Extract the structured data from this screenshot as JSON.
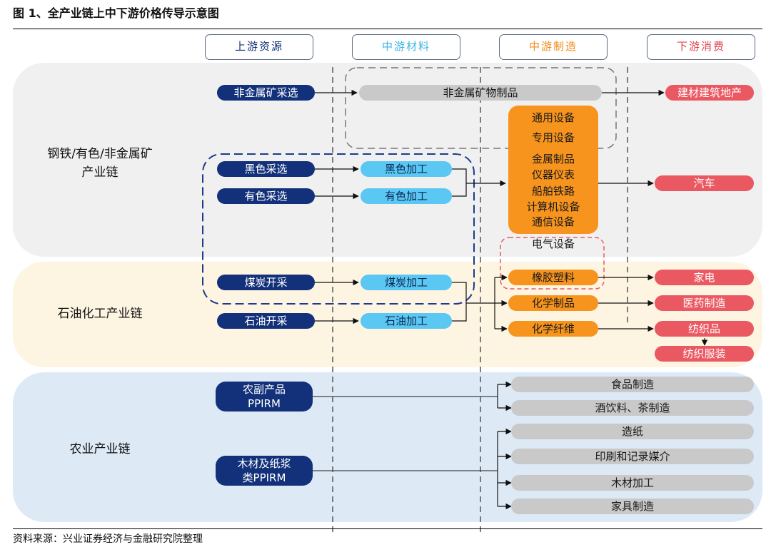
{
  "title": "图 1、全产业链上中下游价格传导示意图",
  "headers": {
    "upstream": "上游资源",
    "midstream": "中游材料",
    "manufacturing": "中游制造",
    "downstream": "下游消费"
  },
  "header_colors": {
    "upstream": "#13317a",
    "midstream": "#3cb4e6",
    "manufacturing": "#f28c1a",
    "downstream": "#e0464f"
  },
  "chains": {
    "steel": "钢铁/有色/非金属矿\n产业链",
    "petro": "石油化工产业链",
    "agri": "农业产业链"
  },
  "upstream": {
    "nonmetal_mining": "非金属矿采选",
    "ferrous_mining": "黑色采选",
    "nonferrous_mining": "有色采选",
    "coal_mining": "煤炭开采",
    "oil_mining": "石油开采",
    "agri_ppirm": "农副产品\nPPIRM",
    "wood_ppirm": "木材及纸浆\n类PPIRM"
  },
  "midstream": {
    "nonmetal_products": "非金属矿物制品",
    "ferrous_processing": "黑色加工",
    "nonferrous_processing": "有色加工",
    "coal_processing": "煤炭加工",
    "oil_processing": "石油加工"
  },
  "manufacturing": {
    "items": [
      "通用设备",
      "专用设备",
      "金属制品",
      "仪器仪表",
      "船舶铁路",
      "计算机设备",
      "通信设备",
      "电气设备"
    ],
    "rubber_plastic": "橡胶塑料",
    "chemical_products": "化学制品",
    "chemical_fiber": "化学纤维"
  },
  "downstream": {
    "building": "建材建筑地产",
    "auto": "汽车",
    "appliance": "家电",
    "pharma": "医药制造",
    "textile": "纺织品",
    "apparel": "纺织服装",
    "food": "食品制造",
    "beverage": "酒饮料、茶制造",
    "paper": "造纸",
    "printing": "印刷和记录媒介",
    "wood": "木材加工",
    "furniture": "家具制造"
  },
  "footer": "资料来源：兴业证券经济与金融研究院整理"
}
